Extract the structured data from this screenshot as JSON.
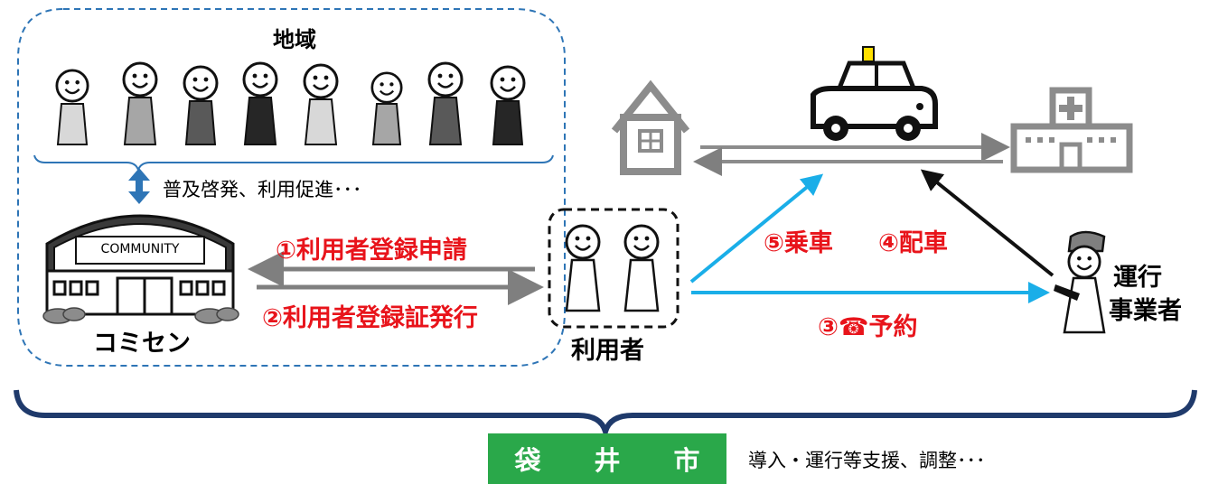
{
  "region_label": "地域",
  "awareness_label": "普及啓発、利用促進･･･",
  "community_center": {
    "sign": "COMMUNITY",
    "label": "コミセン"
  },
  "steps": {
    "step1": "①利用者登録申請",
    "step2": "②利用者登録証発行",
    "step3": "③☎予約",
    "step4": "④配車",
    "step5": "⑤乗車"
  },
  "user_label": "利用者",
  "operator_label": [
    "運行",
    "事業者"
  ],
  "city": {
    "chars": [
      "袋",
      "井",
      "市"
    ],
    "support_text": "導入・運行等支援、調整･･･"
  },
  "colors": {
    "red_text": "#e8141b",
    "blue_arrow": "#1aaee8",
    "gray_arrow": "#7f7f7f",
    "navy_brace": "#1f3a6b",
    "city_green": "#2aa84a",
    "dashed_border": "#2e75b6"
  }
}
